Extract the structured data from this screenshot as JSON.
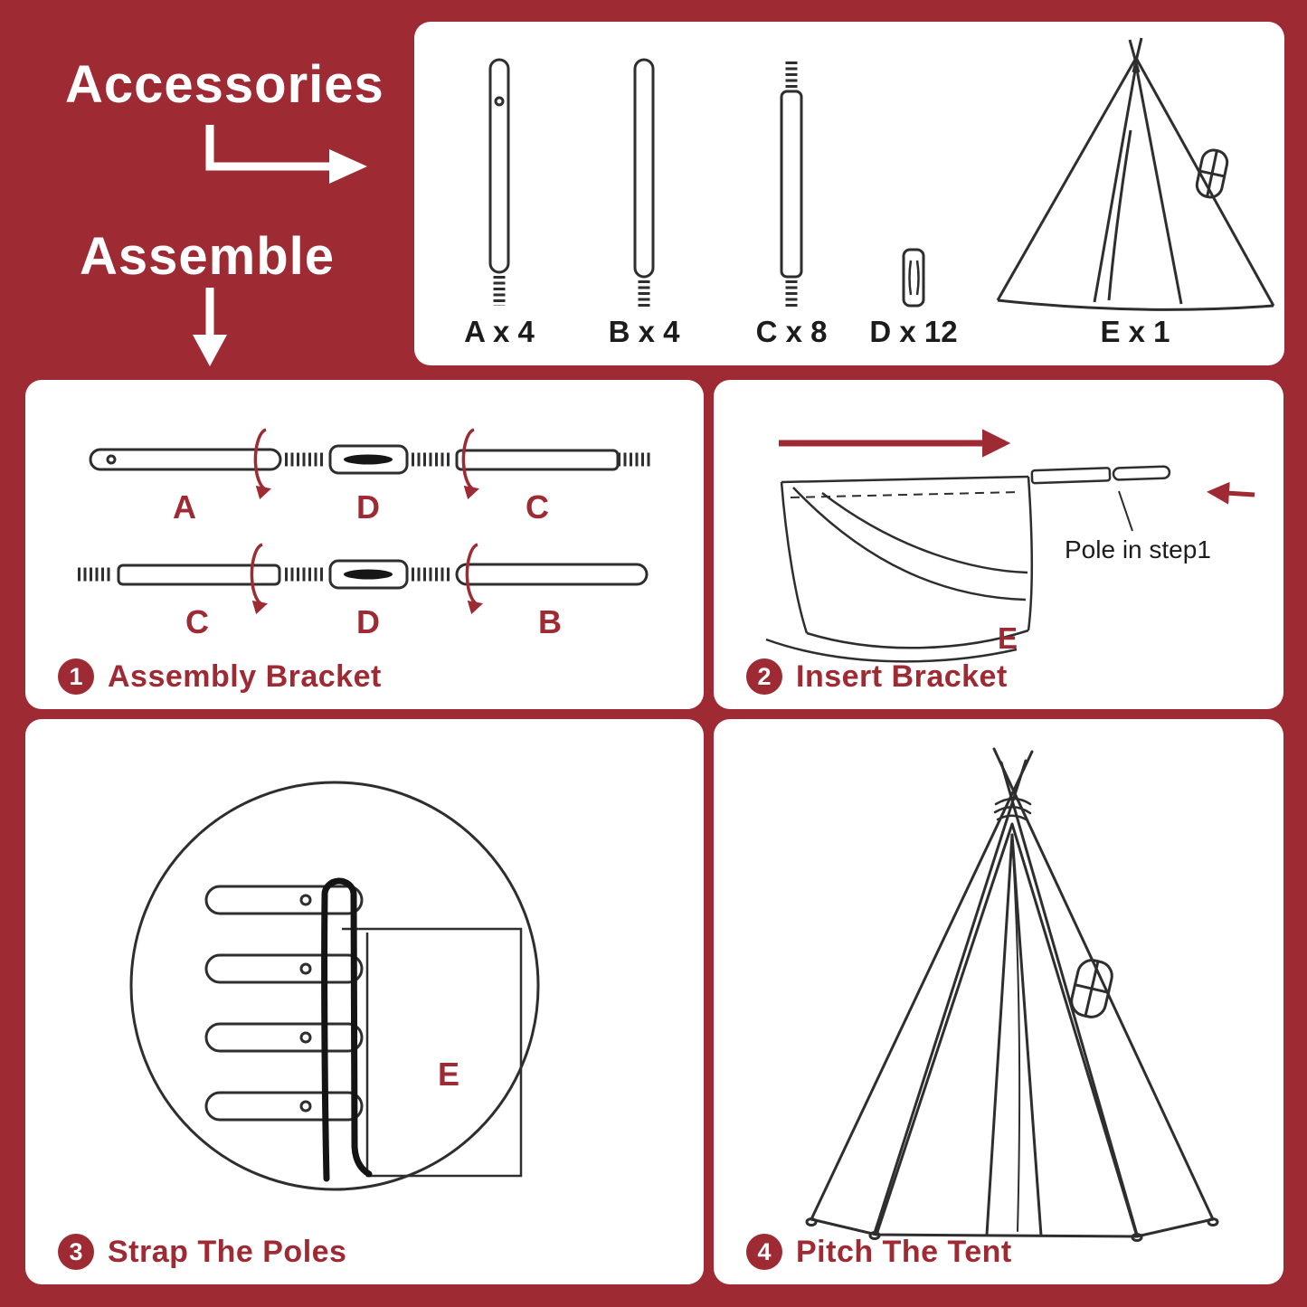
{
  "colors": {
    "background": "#9e2a33",
    "panel": "#ffffff",
    "line": "#2e2e2e",
    "accent_text": "#9e2a33"
  },
  "header": {
    "accessories_title": "Accessories",
    "assemble_title": "Assemble"
  },
  "accessories_panel": {
    "labels": [
      "A x 4",
      "B x 4",
      "C x 8",
      "D x 12",
      "E x 1"
    ]
  },
  "steps": [
    {
      "number": "1",
      "title": "Assembly Bracket",
      "labels_row1": [
        "A",
        "D",
        "C"
      ],
      "labels_row2": [
        "C",
        "D",
        "B"
      ]
    },
    {
      "number": "2",
      "title": "Insert Bracket",
      "annotation": "Pole in step1",
      "part_label": "E"
    },
    {
      "number": "3",
      "title": "Strap The Poles",
      "part_label": "E"
    },
    {
      "number": "4",
      "title": "Pitch The Tent"
    }
  ]
}
